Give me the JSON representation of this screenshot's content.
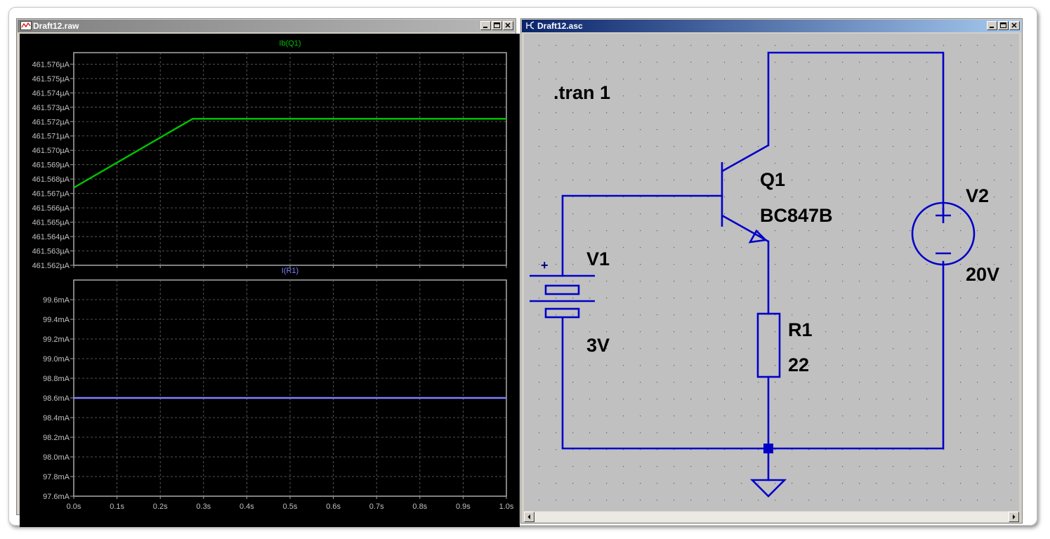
{
  "waveform_window": {
    "title": "Draft12.raw",
    "plots": [
      {
        "trace_label": "Ib(Q1)",
        "trace_color": "#00c000",
        "y_ticks": [
          "461.576µA",
          "461.575µA",
          "461.574µA",
          "461.573µA",
          "461.572µA",
          "461.571µA",
          "461.570µA",
          "461.569µA",
          "461.568µA",
          "461.567µA",
          "461.566µA",
          "461.565µA",
          "461.564µA",
          "461.563µA",
          "461.562µA"
        ]
      },
      {
        "trace_label": "I(R1)",
        "trace_color": "#8080ff",
        "y_ticks": [
          "99.6mA",
          "99.4mA",
          "99.2mA",
          "99.0mA",
          "98.8mA",
          "98.6mA",
          "98.4mA",
          "98.2mA",
          "98.0mA",
          "97.8mA",
          "97.6mA"
        ]
      }
    ],
    "x_ticks": [
      "0.0s",
      "0.1s",
      "0.2s",
      "0.3s",
      "0.4s",
      "0.5s",
      "0.6s",
      "0.7s",
      "0.8s",
      "0.9s",
      "1.0s"
    ]
  },
  "chart_data": [
    {
      "type": "line",
      "series": [
        {
          "name": "Ib(Q1)",
          "x": [
            0.0,
            0.275,
            1.0
          ],
          "y": [
            461.5674,
            461.5722,
            461.5722
          ]
        }
      ],
      "xlim": [
        0,
        1.0
      ],
      "ylim": [
        461.562,
        461.5768
      ],
      "grid": true
    },
    {
      "type": "line",
      "series": [
        {
          "name": "I(R1)",
          "x": [
            0.0,
            1.0
          ],
          "y": [
            98.6,
            98.6
          ]
        }
      ],
      "xlim": [
        0,
        1.0
      ],
      "ylim": [
        97.6,
        99.8
      ],
      "grid": true
    }
  ],
  "schematic_window": {
    "title": "Draft12.asc",
    "directive": ".tran 1",
    "components": {
      "q1_name": "Q1",
      "q1_value": "BC847B",
      "v1_name": "V1",
      "v1_value": "3V",
      "v1_plus": "+",
      "v2_name": "V2",
      "v2_value": "20V",
      "r1_name": "R1",
      "r1_value": "22"
    },
    "wire_color": "#0000c8",
    "background_color": "#c0c0c0"
  },
  "colors": {
    "title_active": "#0a246a",
    "title_inactive": "#808080",
    "plot_background": "#000000",
    "axis_text": "#c0c0c0"
  }
}
